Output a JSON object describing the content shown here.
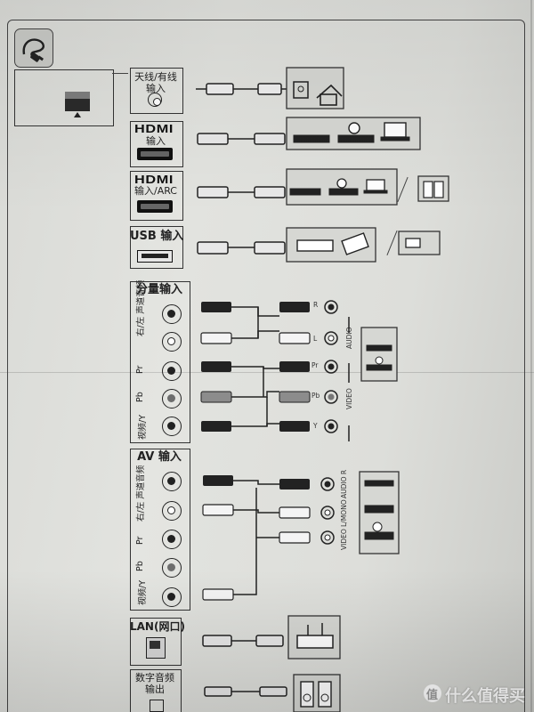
{
  "sections": {
    "antenna": {
      "label": "天线/有线\n输入"
    },
    "hdmi1": {
      "logo": "HDMI",
      "label": "输入"
    },
    "hdmi2": {
      "logo": "HDMI",
      "label": "输入/ARC"
    },
    "usb": {
      "label": "USB 输入"
    },
    "component": {
      "title": "分量输入",
      "jack_labels": [
        "右/左 声道音频",
        "Pr",
        "Pb",
        "视频/Y"
      ],
      "right_labels": [
        "R",
        "L",
        "Pr",
        "Pb",
        "Y"
      ],
      "audio_label": "AUDIO",
      "video_label": "VIDEO"
    },
    "av": {
      "title": "AV 输入",
      "jack_labels": [
        "右/左 声道音频",
        "Pr",
        "Pb",
        "视频/Y"
      ],
      "right_labels": [
        "AUDIO R",
        "L/MONO",
        "VIDEO"
      ]
    },
    "lan": {
      "label": "LAN(网口)"
    },
    "optical": {
      "label": "数字音频\n输出"
    }
  },
  "watermark": {
    "text": "什么值得买"
  },
  "colors": {
    "ink": "#222222",
    "paper": "#dedfdb",
    "background": "#8e8e8c"
  }
}
